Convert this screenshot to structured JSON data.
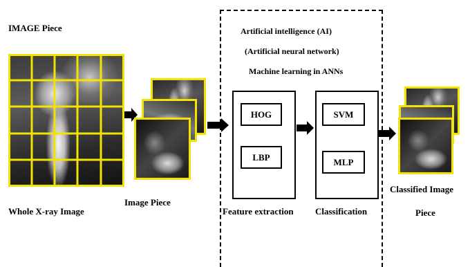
{
  "labels": {
    "image_piece_title": "IMAGE Piece",
    "whole_xray": "Whole X-ray Image",
    "image_piece": "Image Piece",
    "ai_line1": "Artificial intelligence (AI)",
    "ai_line2": "(Artificial neural network)",
    "ai_line3": "Machine learning in ANNs",
    "feature_extraction": "Feature extraction",
    "classification": "Classification",
    "classified_line1": "Classified Image",
    "classified_line2": "Piece"
  },
  "methods": {
    "hog": "HOG",
    "lbp": "LBP",
    "svm": "SVM",
    "mlp": "MLP"
  },
  "colors": {
    "grid_yellow": "#f2e400",
    "line": "#000000"
  }
}
